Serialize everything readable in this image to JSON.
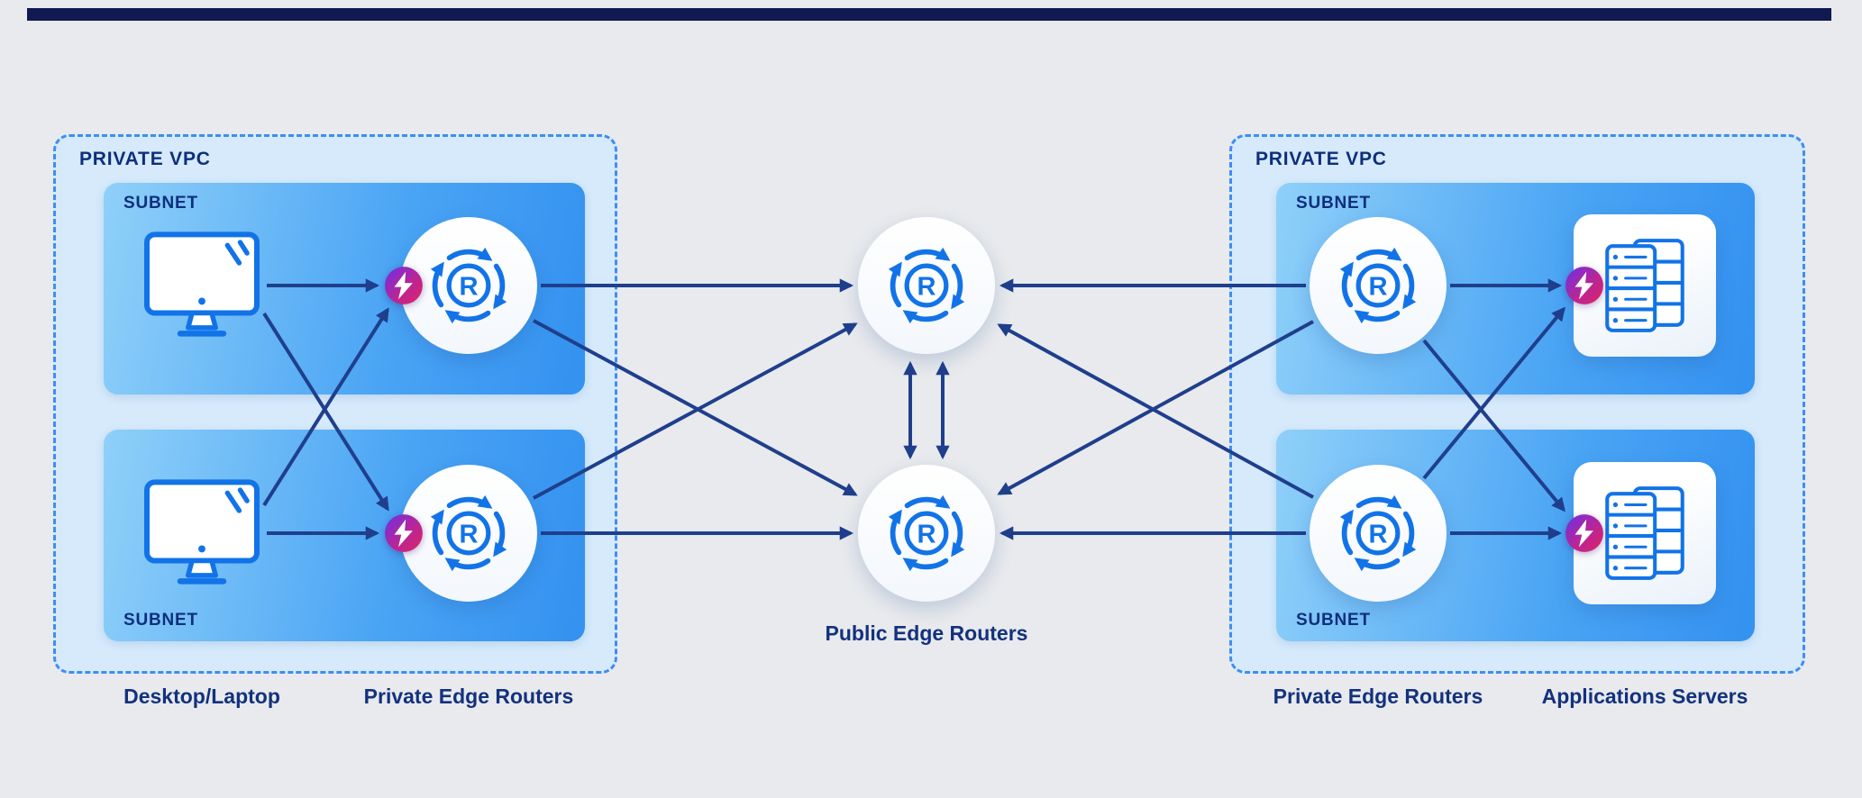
{
  "diagram": {
    "title": "network-architecture-diagram",
    "left_vpc": {
      "label": "PRIVATE VPC",
      "subnets": [
        {
          "label": "SUBNET",
          "nodes": [
            {
              "id": "desktop-1",
              "type": "desktop"
            },
            {
              "id": "left-router-1",
              "type": "private-edge-router"
            }
          ]
        },
        {
          "label": "SUBNET",
          "nodes": [
            {
              "id": "desktop-2",
              "type": "desktop"
            },
            {
              "id": "left-router-2",
              "type": "private-edge-router"
            }
          ]
        }
      ]
    },
    "right_vpc": {
      "label": "PRIVATE VPC",
      "subnets": [
        {
          "label": "SUBNET",
          "nodes": [
            {
              "id": "right-router-1",
              "type": "private-edge-router"
            },
            {
              "id": "server-1",
              "type": "application-server"
            }
          ]
        },
        {
          "label": "SUBNET",
          "nodes": [
            {
              "id": "right-router-2",
              "type": "private-edge-router"
            },
            {
              "id": "server-2",
              "type": "application-server"
            }
          ]
        }
      ]
    },
    "public_routers": [
      {
        "id": "public-router-1"
      },
      {
        "id": "public-router-2"
      }
    ],
    "captions": {
      "desktop_laptop": "Desktop/Laptop",
      "private_edge_routers_left": "Private Edge Routers",
      "public_edge_routers": "Public Edge Routers",
      "private_edge_routers_right": "Private Edge Routers",
      "applications_servers": "Applications Servers"
    },
    "edges": [
      {
        "from": "desktop-1",
        "to": "left-router-1"
      },
      {
        "from": "desktop-1",
        "to": "left-router-2"
      },
      {
        "from": "desktop-2",
        "to": "left-router-1"
      },
      {
        "from": "desktop-2",
        "to": "left-router-2"
      },
      {
        "from": "left-router-1",
        "to": "public-router-1"
      },
      {
        "from": "left-router-1",
        "to": "public-router-2"
      },
      {
        "from": "left-router-2",
        "to": "public-router-1"
      },
      {
        "from": "left-router-2",
        "to": "public-router-2"
      },
      {
        "from": "public-router-1",
        "to": "public-router-2",
        "bidirectional": true
      },
      {
        "from": "public-router-2",
        "to": "public-router-1",
        "bidirectional": true
      },
      {
        "from": "right-router-1",
        "to": "public-router-1"
      },
      {
        "from": "right-router-1",
        "to": "public-router-2"
      },
      {
        "from": "right-router-2",
        "to": "public-router-1"
      },
      {
        "from": "right-router-2",
        "to": "public-router-2"
      },
      {
        "from": "right-router-1",
        "to": "server-1"
      },
      {
        "from": "right-router-1",
        "to": "server-2"
      },
      {
        "from": "right-router-2",
        "to": "server-1"
      },
      {
        "from": "right-router-2",
        "to": "server-2"
      }
    ],
    "icons": {
      "router": "router-icon (letter R inside circular arrows)",
      "desktop": "desktop-monitor-icon",
      "server": "server-rack-icon",
      "bolt": "lightning-bolt-badge"
    },
    "colors": {
      "background": "#e8eaed",
      "top_bar": "#101a50",
      "vpc_fill": "#d6eafc",
      "vpc_border": "#3f8df2",
      "subnet_gradient": [
        "#8fd0f9",
        "#3391f0"
      ],
      "navy_text": "#13317d",
      "arrow": "#1f3f8c",
      "icon_blue": "#1273e8",
      "badge_gradient": [
        "#6a30e8",
        "#e02363"
      ]
    }
  }
}
